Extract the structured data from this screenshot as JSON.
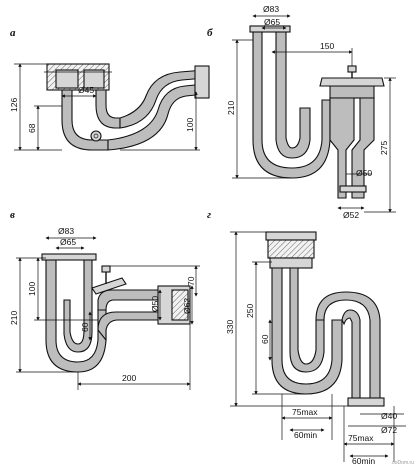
{
  "panels": {
    "a": {
      "letter": "а",
      "dims": {
        "d45": "Ø45",
        "h126": "126",
        "h68": "68",
        "h100": "100"
      }
    },
    "b": {
      "letter": "б",
      "dims": {
        "d83": "Ø83",
        "d65": "Ø65",
        "w150": "150",
        "h210": "210",
        "h275": "275",
        "d50": "Ø50",
        "d52": "Ø52"
      }
    },
    "v": {
      "letter": "в",
      "dims": {
        "d83": "Ø83",
        "d65": "Ø65",
        "h100": "100",
        "h210": "210",
        "d50": "Ø50",
        "d62": "Ø62",
        "h70": "70",
        "w200": "200",
        "h60": "60"
      }
    },
    "g": {
      "letter": "г",
      "dims": {
        "h330": "330",
        "h250": "250",
        "h60": "60",
        "w75max_1": "75max",
        "w60min_1": "60min",
        "w75max_2": "75max",
        "w60min_2": "60min",
        "d40": "Ø40",
        "d72": "Ø72"
      }
    }
  },
  "credit": "ooDom.ru"
}
